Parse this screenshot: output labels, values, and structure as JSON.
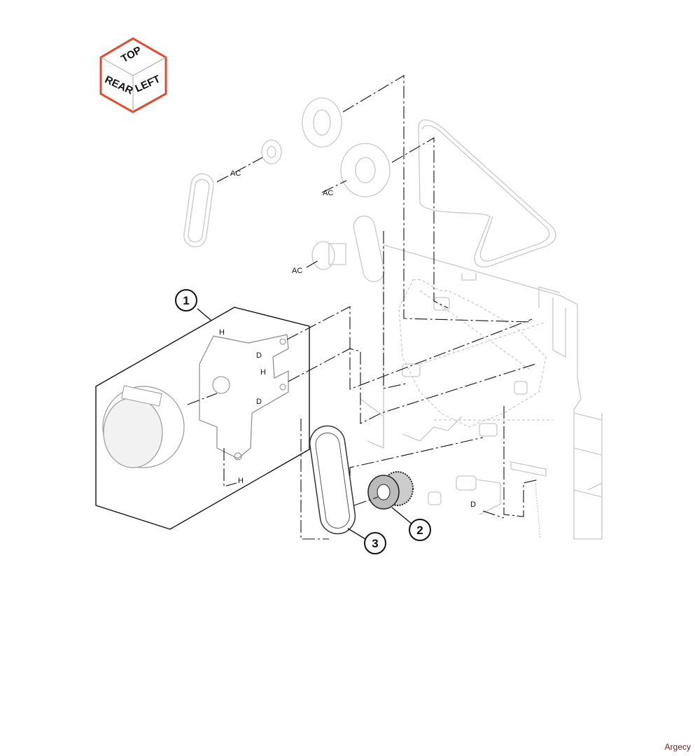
{
  "orientation_cube": {
    "top": "TOP",
    "rear": "REAR",
    "left": "LEFT",
    "border_color": "#e04a2f"
  },
  "callouts": [
    {
      "number": "1"
    },
    {
      "number": "2"
    },
    {
      "number": "3"
    }
  ],
  "labels": {
    "ac": "AC",
    "h": "H",
    "d": "D"
  },
  "watermark": "Argecy"
}
